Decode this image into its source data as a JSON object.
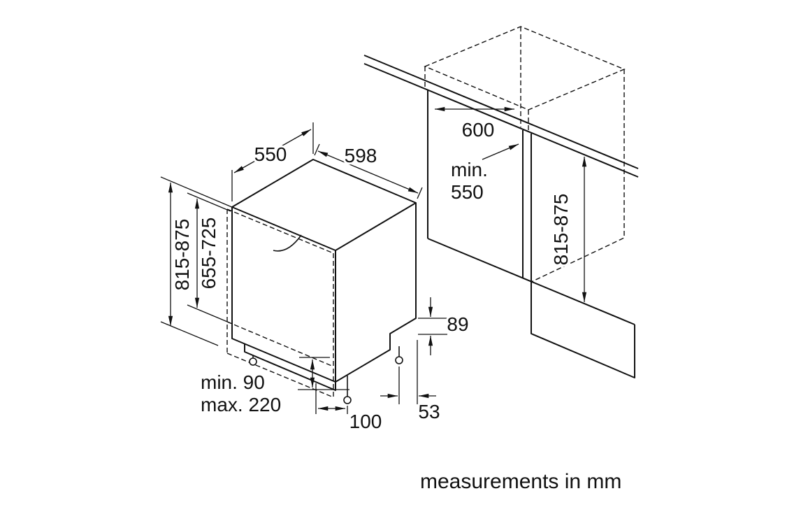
{
  "diagram": {
    "footnote": "measurements in mm",
    "colors": {
      "line": "#111111",
      "background": "#ffffff"
    },
    "dimensions": {
      "appliance_depth": "550",
      "appliance_width": "598",
      "niche_width": "600",
      "niche_depth_prefix": "min.",
      "niche_depth_value": "550",
      "appliance_height": "815-875",
      "door_panel_height": "655-725",
      "niche_height": "815-875",
      "rear_recess_height": "89",
      "plinth_min": "min. 90",
      "plinth_max": "max. 220",
      "rear_foot_offset": "53",
      "toe_kick_depth": "100"
    }
  }
}
